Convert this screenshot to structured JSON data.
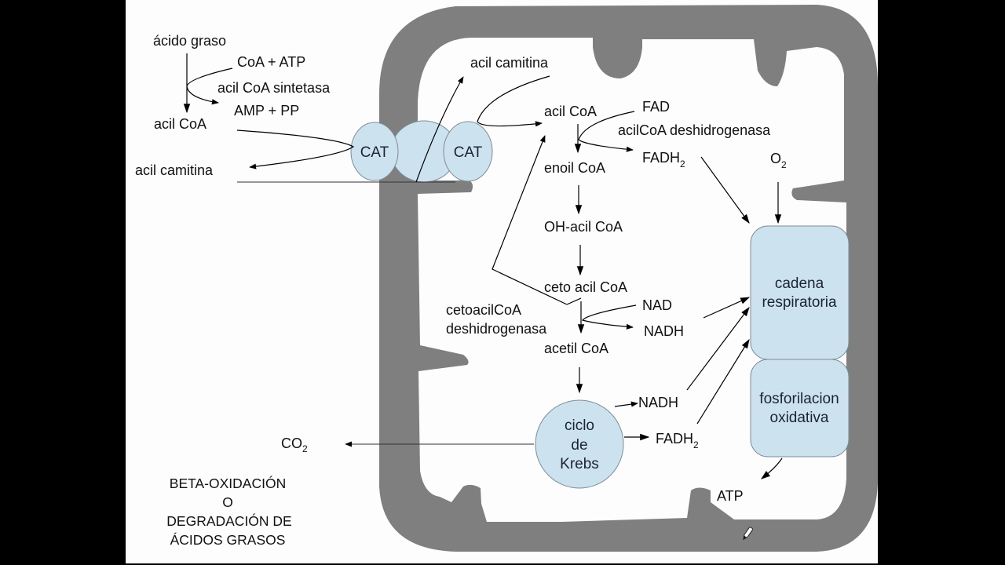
{
  "title": {
    "line1": "BETA-OXIDACIÓN",
    "line2": "O",
    "line3": "DEGRADACIÓN DE",
    "line4": "ÁCIDOS GRASOS"
  },
  "cytosol": {
    "acido_graso": "ácido graso",
    "coa_atp": "CoA + ATP",
    "enzyme_sintetasa": "acil CoA sintetasa",
    "amp_pp": "AMP + PP",
    "acil_coa": "acil CoA",
    "acil_carnitina": "acil camitina",
    "co2_base": "CO",
    "co2_sub": "2"
  },
  "transporter": {
    "cat_left": "CAT",
    "cat_right": "CAT"
  },
  "matrix": {
    "acil_carnitina": "acil camitina",
    "acil_coa": "acil CoA",
    "fad": "FAD",
    "enzyme_deshidrogenasa": "acilCoA deshidrogenasa",
    "fadh2_base": "FADH",
    "fadh2_sub": "2",
    "enoil_coa": "enoil CoA",
    "oh_acil_coa": "OH-acil CoA",
    "ceto_acil_coa": "ceto acil CoA",
    "enzyme_ceto_line1": "cetoacilCoA",
    "enzyme_ceto_line2": "deshidrogenasa",
    "nad": "NAD",
    "nadh": "NADH",
    "acetil_coa": "acetil CoA",
    "krebs_line1": "ciclo",
    "krebs_line2": "de",
    "krebs_line3": "Krebs",
    "krebs_nadh": "NADH",
    "krebs_fadh2_base": "FADH",
    "krebs_fadh2_sub": "2",
    "o2_base": "O",
    "o2_sub": "2",
    "atp": "ATP"
  },
  "complexes": {
    "cadena_line1": "cadena",
    "cadena_line2": "respiratoria",
    "fosfo_line1": "fosforilacion",
    "fosfo_line2": "oxidativa"
  },
  "colors": {
    "membrane": "#7f7f7f",
    "protein_fill": "#cde2ef",
    "background": "#fdfdfd"
  },
  "icons": {
    "cursor": "pen-cursor-icon"
  }
}
